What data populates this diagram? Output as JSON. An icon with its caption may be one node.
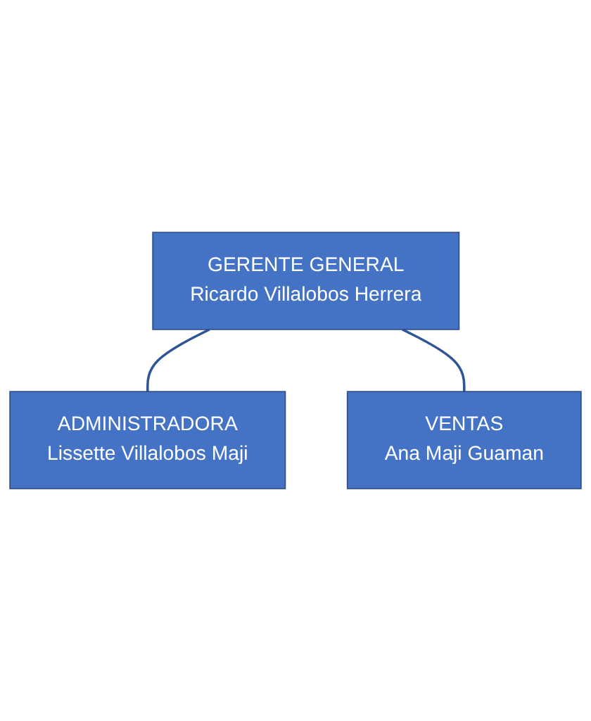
{
  "diagram": {
    "nodes": [
      {
        "text": [
          "GERENTE GENERAL",
          "Ricardo Villalobos Herrera"
        ]
      },
      {
        "text": [
          "ADMINISTRADORA",
          "Lissette Villalobos Maji"
        ]
      },
      {
        "text": [
          "VENTAS",
          "Ana Maji Guaman"
        ]
      }
    ],
    "edges": [
      {
        "from": 0,
        "to": 1,
        "arrow": "none"
      },
      {
        "from": 0,
        "to": 2,
        "arrow": "none"
      }
    ]
  }
}
